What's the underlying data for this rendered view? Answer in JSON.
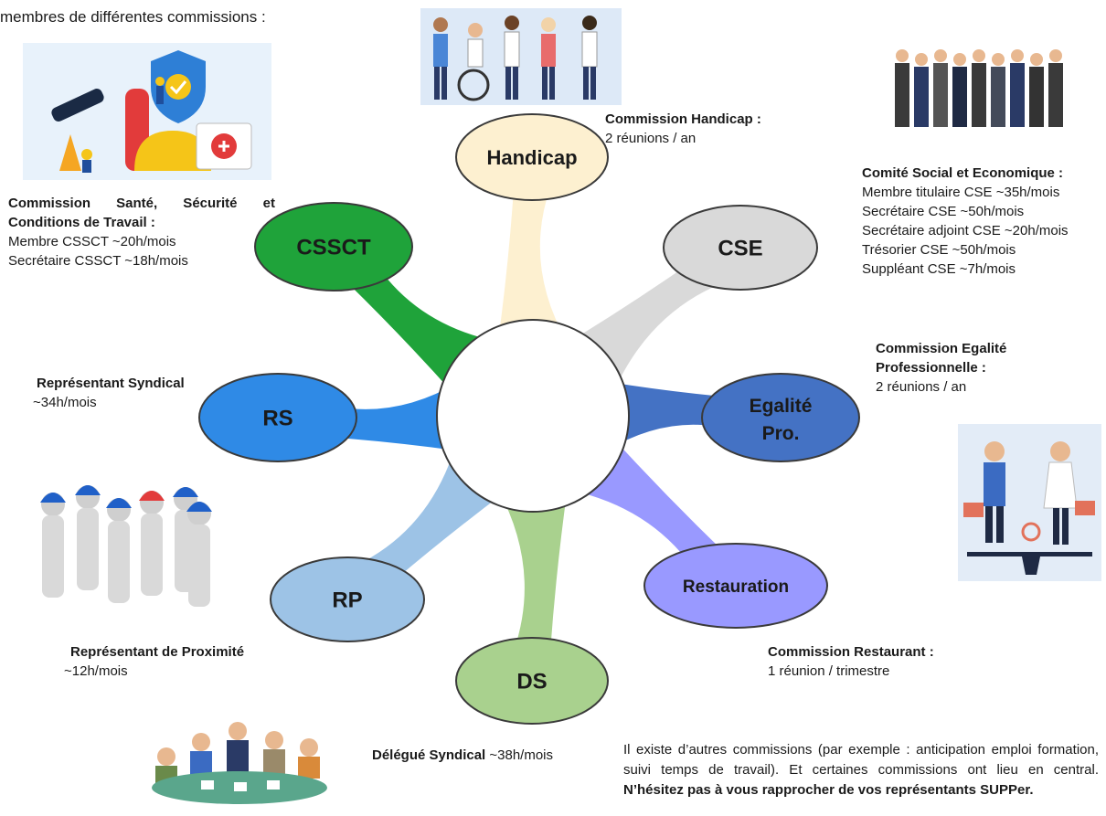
{
  "intro": "membres de différentes commissions :",
  "hub": {
    "label": ""
  },
  "nodes": {
    "handicap": {
      "label": "Handicap",
      "color": "#fdf0d0"
    },
    "cse": {
      "label": "CSE",
      "color": "#d9d9d9"
    },
    "egalite": {
      "label_line1": "Egalité",
      "label_line2": "Pro.",
      "color": "#4472c4"
    },
    "restauration": {
      "label": "Restauration",
      "color": "#9999ff"
    },
    "ds": {
      "label": "DS",
      "color": "#a9d18e"
    },
    "rp": {
      "label": "RP",
      "color": "#9dc3e6"
    },
    "rs": {
      "label": "RS",
      "color": "#2f8ae6"
    },
    "cssct": {
      "label": "CSSCT",
      "color": "#1fa33a"
    }
  },
  "descriptions": {
    "handicap": {
      "title": "Commission Handicap :",
      "lines": [
        "2 réunions / an"
      ]
    },
    "cse": {
      "title": "Comité Social et Economique :",
      "lines": [
        "Membre titulaire CSE ~35h/mois",
        "Secrétaire CSE ~50h/mois",
        "Secrétaire adjoint CSE ~20h/mois",
        "Trésorier CSE ~50h/mois",
        "Suppléant CSE ~7h/mois"
      ]
    },
    "egalite": {
      "title_line1": "Commission Egalité",
      "title_line2": "Professionnelle :",
      "lines": [
        "2 réunions / an"
      ]
    },
    "restauration": {
      "title": "Commission Restaurant :",
      "lines": [
        "1 réunion / trimestre"
      ]
    },
    "ds": {
      "title": "Délégué Syndical",
      "value": " ~38h/mois"
    },
    "rp": {
      "title": "Représentant de Proximité",
      "lines": [
        "~12h/mois"
      ]
    },
    "rs": {
      "title": "Représentant Syndical",
      "lines": [
        "~34h/mois"
      ]
    },
    "cssct": {
      "title_line1": "Commission Santé, Sécurité et",
      "title_line2": "Conditions de Travail :",
      "lines": [
        "Membre CSSCT  ~20h/mois",
        "Secrétaire CSSCT ~18h/mois"
      ]
    }
  },
  "note": {
    "text": "Il existe d’autres commissions (par exemple : anticipation emploi formation, suivi temps de travail). Et certaines commissions ont lieu en central. ",
    "bold": "N’hésitez pas à vous rapprocher de vos représentants SUPPer."
  },
  "illustrations": {
    "safety": "workers-safety-illustration",
    "disability": "diverse-people-illustration",
    "business": "business-team-illustration",
    "equality": "gender-equality-illustration",
    "figures": "capped-figures-illustration",
    "meeting": "meeting-table-illustration"
  }
}
